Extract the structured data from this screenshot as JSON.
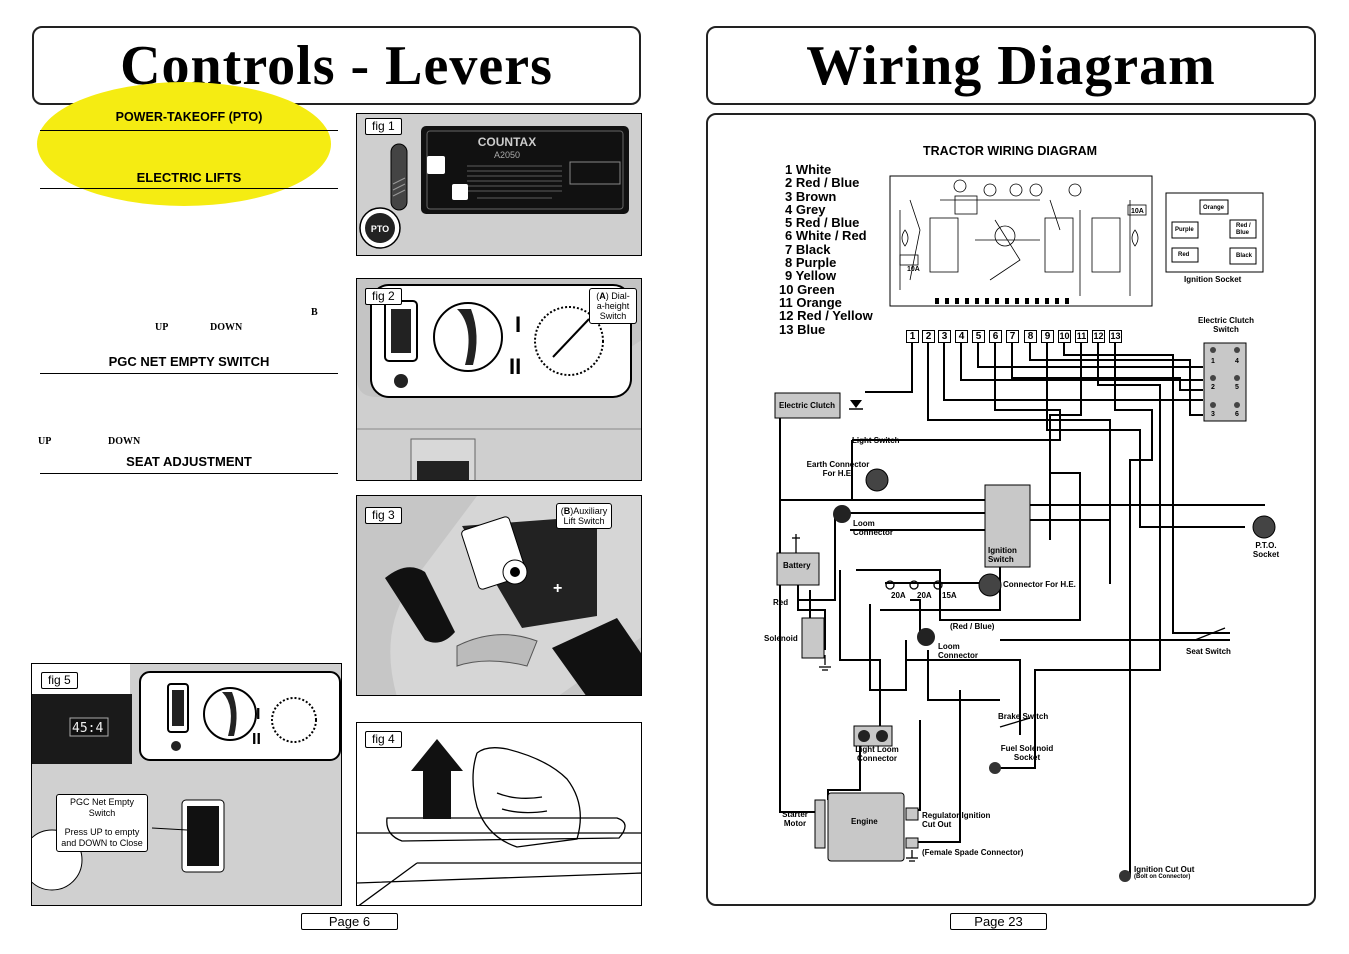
{
  "left_page": {
    "title": "Controls - Levers",
    "sections": {
      "pto": "POWER-TAKEOFF (PTO)",
      "electric_lifts": "ELECTRIC LIFTS",
      "pgc": "PGC NET EMPTY SWITCH",
      "seat": "SEAT ADJUSTMENT"
    },
    "fragments": {
      "b": "B",
      "up1": "UP",
      "down1": "DOWN",
      "up2": "UP",
      "down2": "DOWN"
    },
    "figures": {
      "fig1": "fig 1",
      "fig2": "fig 2",
      "fig3": "fig 3",
      "fig4": "fig 4",
      "fig5": "fig 5"
    },
    "fig1_pto_knob": "PTO",
    "fig2_callout": {
      "letter": "A",
      "text": "Dial-a-height Switch"
    },
    "fig3_callout": {
      "letter": "B",
      "text": "Auxiliary Lift Switch"
    },
    "fig5_display": "45:4",
    "fig5_callout": {
      "title": "PGC Net Empty Switch",
      "text": "Press UP to empty and DOWN to Close"
    },
    "page": "Page 6"
  },
  "right_page": {
    "title": "Wiring Diagram",
    "diagram_title": "TRACTOR WIRING DIAGRAM",
    "legend": [
      "1  White",
      "2  Red / Blue",
      "3  Brown",
      "4  Grey",
      "5  Red / Blue",
      "6  White / Red",
      "7  Black",
      "8  Purple",
      "9  Yellow",
      "10 Green",
      "11 Orange",
      "12 Red / Yellow",
      "13 Blue"
    ],
    "terminals": [
      "1",
      "2",
      "3",
      "4",
      "5",
      "6",
      "7",
      "8",
      "9",
      "10",
      "11",
      "12",
      "13"
    ],
    "fuse_labels": {
      "left": "10A",
      "right": "10A"
    },
    "ignition_socket": {
      "title": "Ignition Socket",
      "orange": "Orange",
      "purple": "Purple",
      "red_blue": "Red / Blue",
      "red": "Red",
      "black": "Black"
    },
    "clutch_switch": {
      "title": "Electric Clutch Switch",
      "pins": [
        "1",
        "4",
        "2",
        "5",
        "3",
        "6"
      ]
    },
    "components": {
      "electric_clutch": "Electric Clutch",
      "light_switch": "Light Switch",
      "earth_connector": "Earth Connector For H.E.",
      "loom_connector": "Loom Connector",
      "ignition_switch": "Ignition Switch",
      "battery": "Battery",
      "red": "Red",
      "fuse_20a_1": "20A",
      "fuse_20a_2": "20A",
      "fuse_15a": "15A",
      "connector_he": "Connector For H.E.",
      "pto_socket": "P.T.O. Socket",
      "solenoid": "Solenoid",
      "red_blue": "(Red / Blue)",
      "loom_connector_2": "Loom Connector",
      "seat_switch": "Seat Switch",
      "brake_switch": "Brake Switch",
      "fuel_solenoid": "Fuel Solenoid Socket",
      "light_loom": "Light Loom Connector",
      "starter_motor": "Starter Motor",
      "engine": "Engine",
      "regulator": "Regulator Ignition Cut Out",
      "female_spade": "(Female Spade Connector)",
      "ignition_cut_out": "Ignition Cut Out",
      "bolt_on": "(Bolt on Connector)"
    },
    "page": "Page 23"
  }
}
